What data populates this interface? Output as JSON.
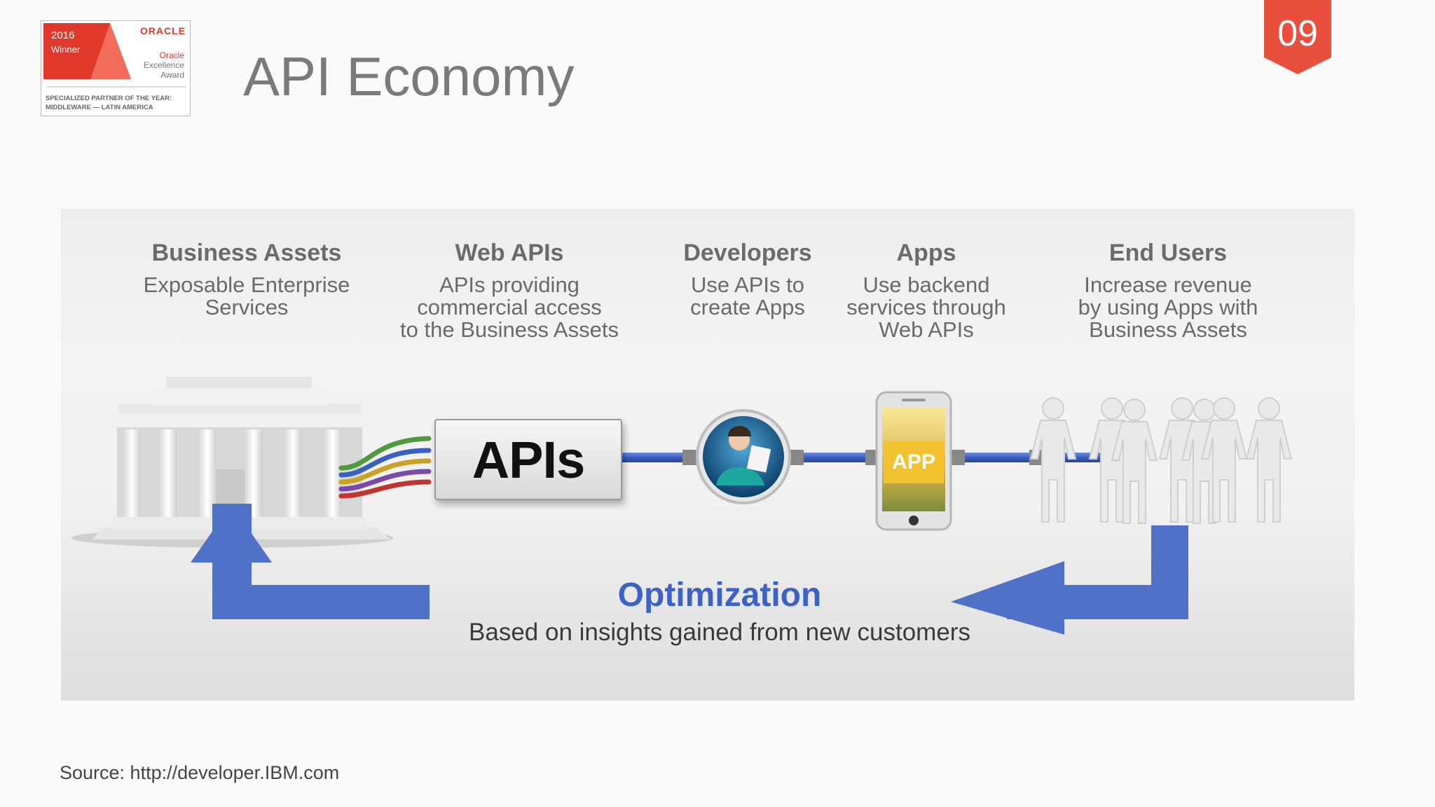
{
  "badge": {
    "year": "2016",
    "winner": "Winner",
    "brand": "ORACLE",
    "award_line1": "Oracle",
    "award_line2": "Excellence",
    "award_line3": "Award",
    "partner": "SPECIALIZED PARTNER OF THE YEAR:\nMIDDLEWARE — LATIN AMERICA",
    "accent": "#e0392b"
  },
  "title": "API Economy",
  "page_number": "09",
  "colors": {
    "accent": "#e8503d",
    "arrow": "#4f72c8",
    "cable": "#3b5fc0",
    "optimization": "#3d62c6"
  },
  "columns": [
    {
      "heading": "Business Assets",
      "text": "Exposable Enterprise\nServices"
    },
    {
      "heading": "Web APIs",
      "text": "APIs providing\ncommercial access\nto the Business Assets"
    },
    {
      "heading": "Developers",
      "text": "Use APIs to\ncreate Apps"
    },
    {
      "heading": "Apps",
      "text": "Use backend\nservices through\nWeb APIs"
    },
    {
      "heading": "End Users",
      "text": "Increase revenue\nby using Apps with\nBusiness Assets"
    }
  ],
  "apis_label": "APIs",
  "app_label": "APP",
  "optimization": {
    "title": "Optimization",
    "subtitle": "Based on insights gained from new customers"
  },
  "source": "Source: http://developer.IBM.com",
  "icons": [
    "building-icon",
    "cables-icon",
    "developer-avatar-icon",
    "phone-icon",
    "people-icon",
    "arrow-up-icon",
    "arrow-left-icon"
  ]
}
